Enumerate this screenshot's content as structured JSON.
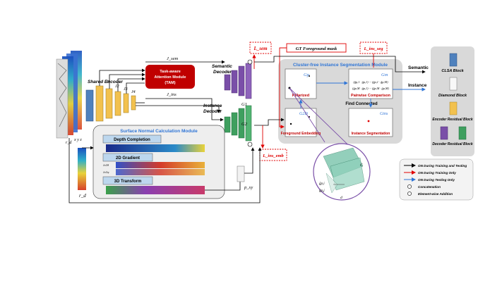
{
  "labels": {
    "shared_encoder": "Shared Encoder",
    "tam_line1": "Task-aware",
    "tam_line2": "Attention Module",
    "tam_line3": "(TAM)",
    "semantic_decoder_1": "Semantic",
    "semantic_decoder_2": "Decoder",
    "instance_decoder_1": "Instance",
    "instance_decoder_2": "Decoder",
    "j_sem": "J_sem",
    "j_ins": "J_ins",
    "j1": "J1",
    "j2": "J2",
    "j3": "J3",
    "j4": "J4",
    "g1": "G1",
    "g2": "G2",
    "rd_left": "r_d",
    "rd_right": "r_d",
    "xyz": "x y z",
    "p_xy": "p_xy",
    "l_sem": "L_sem",
    "l_ins_emb": "L_ins_emb",
    "l_ins_seg": "L_ins_seg",
    "gt_mask": "GT Foreground mask",
    "snc_title": "Surface Normal Calculation Module",
    "depth_completion": "Depth Completion",
    "gradient": "2D Gradient",
    "transform": "3D Transform",
    "dr_dx": "∂r/∂θ",
    "dr_dy": "∂r/∂φ",
    "cfis_title": "Cluster-free Instance Segmentation Module",
    "pillarized": "Pillarized",
    "pairwise": "Pairwise Comparison",
    "foreground_embedding": "Foreground Embedding",
    "instance_segmentation": "Instance  Segmentation",
    "find_connected": "Find Connected",
    "g_p": "Gp",
    "g_m": "Gm",
    "g_ins": "Gins",
    "g_2d": "G2D",
    "pairwise_formula_1": "(ĝp,1 · ĝp,1) ··· (ĝp,1 · ĝp,M)",
    "pairwise_formula_2": "(ĝp,M · ĝp,1) ··· (ĝp,M · ĝp,M)",
    "semantic_out": "Semantic",
    "instance_out": "Instance",
    "zoom_g_pm": "ĝp,i",
    "zoom_g_pj": "ĝp,j",
    "zoom_d": "d",
    "zoom_c": "C"
  },
  "legend": {
    "clsa": "CLSA Block",
    "diamond": "Diamond Block",
    "encoder": "Encoder Residual Block",
    "decoder": "Decoder Residual Block"
  },
  "arrow_legend": {
    "black": "ON During Training and Testing",
    "red": "ON During Training Only",
    "blue": "ON During Testing Only",
    "concat": "Concatenation",
    "add": "Element-wise Addition"
  },
  "colors": {
    "tam": "#c00000",
    "encoder": "#f2c14e",
    "clsa": "#4f81bd",
    "sem_decoder": "#7a4fa8",
    "ins_decoder": "#3f9f5f",
    "red_arrow": "#e00000",
    "blue_arrow": "#2f75d6",
    "panel": "#d9d9d9"
  }
}
